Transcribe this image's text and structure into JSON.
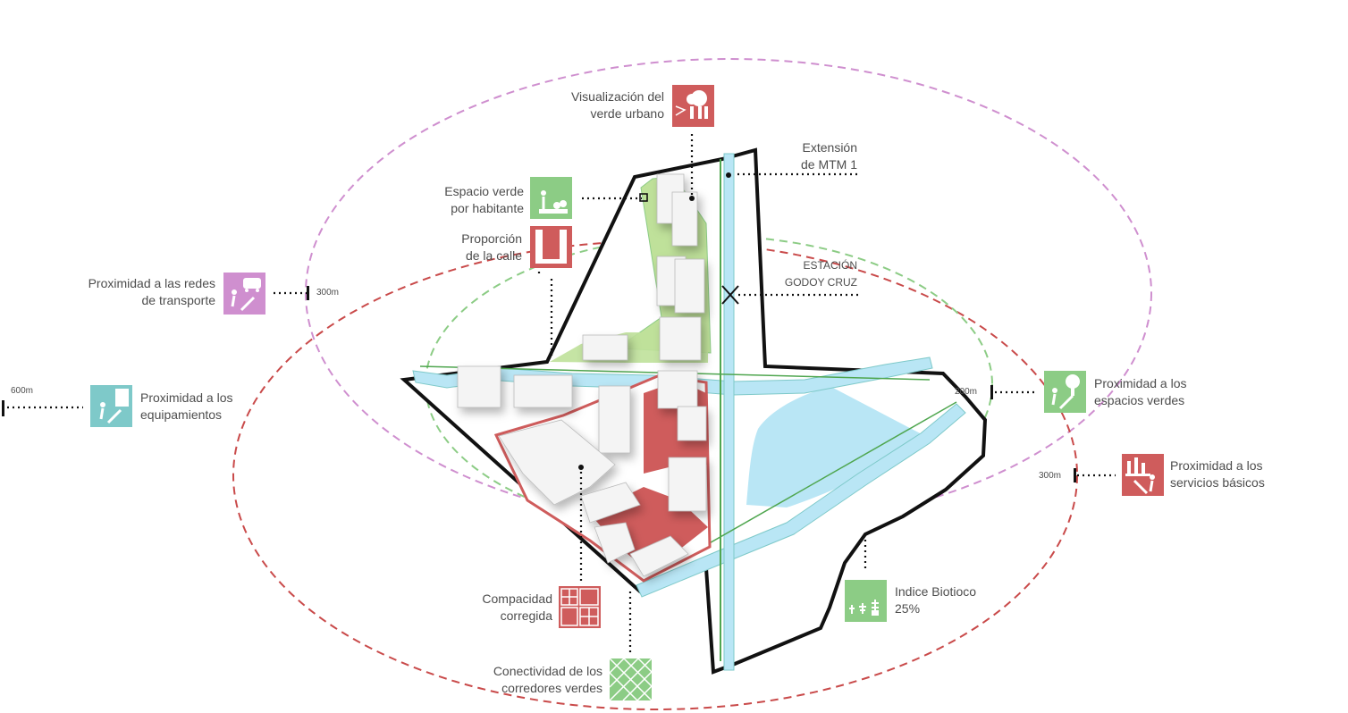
{
  "colors": {
    "red": "#cf5c5c",
    "green": "#8ccc85",
    "pink": "#cf8fcf",
    "teal": "#7ec9c9",
    "water": "#b9e6f5",
    "grass": "#bfe19a",
    "outline": "#111111"
  },
  "labels": {
    "visualizacion": "Visualización del\nverde urbano",
    "extension": "Extensión\nde MTM 1",
    "espacio_verde": "Espacio verde\npor habitante",
    "proporcion": "Proporción\nde la calle",
    "estacion": "ESTACIÓN\nGODOY CRUZ",
    "redes_transporte": "Proximidad a las redes\nde transporte",
    "equipamientos": "Proximidad a los\nequipamientos",
    "espacios_verdes": "Proximidad a los\nespacios verdes",
    "servicios": "Proximidad a los\nservicios básicos",
    "compacidad": "Compacidad\ncorregida",
    "biotico": "Indice Biotioco\n25%",
    "corredores": "Conectividad de los\ncorredores verdes"
  },
  "distances": {
    "transporte": "300m",
    "equipamientos": "600m",
    "espacios_verdes": "200m",
    "servicios": "300m"
  },
  "icons": {
    "visualizacion": "tree-view-icon",
    "espacio_verde": "park-person-icon",
    "proporcion": "street-section-icon",
    "transporte": "bus-walker-icon",
    "equipamientos": "building-walker-icon",
    "espacios_verdes": "tree-walker-icon",
    "servicios": "services-walker-icon",
    "compacidad": "compact-grid-icon",
    "biotico": "plants-icon",
    "corredores": "green-corridor-grid-icon"
  }
}
